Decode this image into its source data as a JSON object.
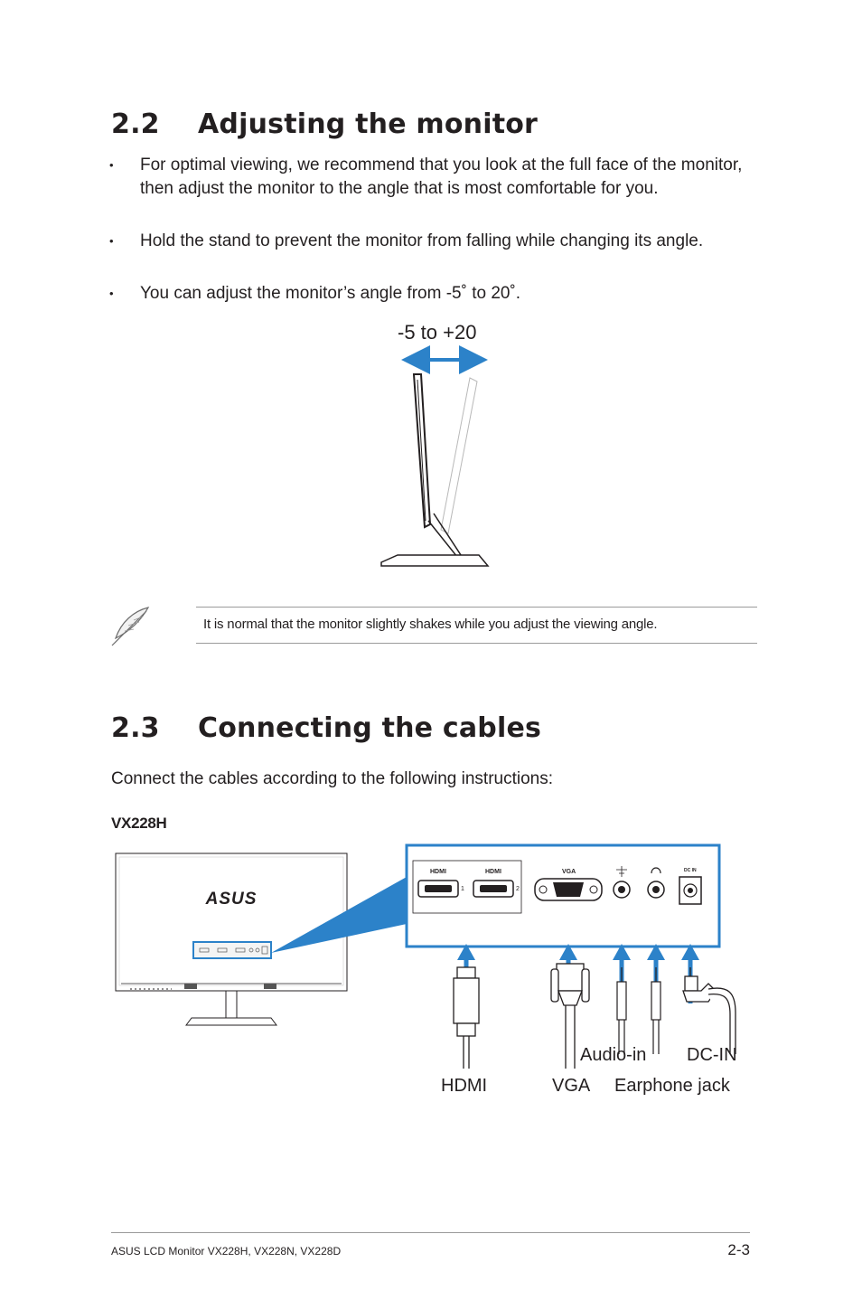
{
  "section_adjust": {
    "number": "2.2",
    "title": "Adjusting the monitor",
    "bullets": [
      "For optimal viewing, we recommend that you look at the full face of the monitor, then adjust the monitor to the angle that is most comfortable for you.",
      "Hold the stand to prevent the monitor from falling while changing its angle.",
      "You can adjust the monitor’s angle from -5˚ to 20˚."
    ],
    "angle_label": "-5 to +20"
  },
  "note": {
    "text": "It is normal that the monitor slightly shakes while you adjust the viewing angle.",
    "icon": "feather-icon"
  },
  "section_cables": {
    "number": "2.3",
    "title": "Connecting the cables",
    "intro": "Connect the cables according to the following instructions:",
    "model": "VX228H",
    "panel_labels": {
      "hdmi1": "HDMI",
      "hdmi1_num": "1",
      "hdmi2": "HDMI",
      "hdmi2_num": "2",
      "vga": "VGA",
      "dcin": "DC IN"
    },
    "monitor_logo": "ASUS",
    "cable_labels": {
      "hdmi": "HDMI",
      "vga": "VGA",
      "audio_in": "Audio-in",
      "earphone": "Earphone jack",
      "dc_in": "DC-IN"
    },
    "accent_color": "#2c82c9"
  },
  "footer": {
    "left": "ASUS LCD Monitor VX228H, VX228N, VX228D",
    "page": "2-3"
  }
}
